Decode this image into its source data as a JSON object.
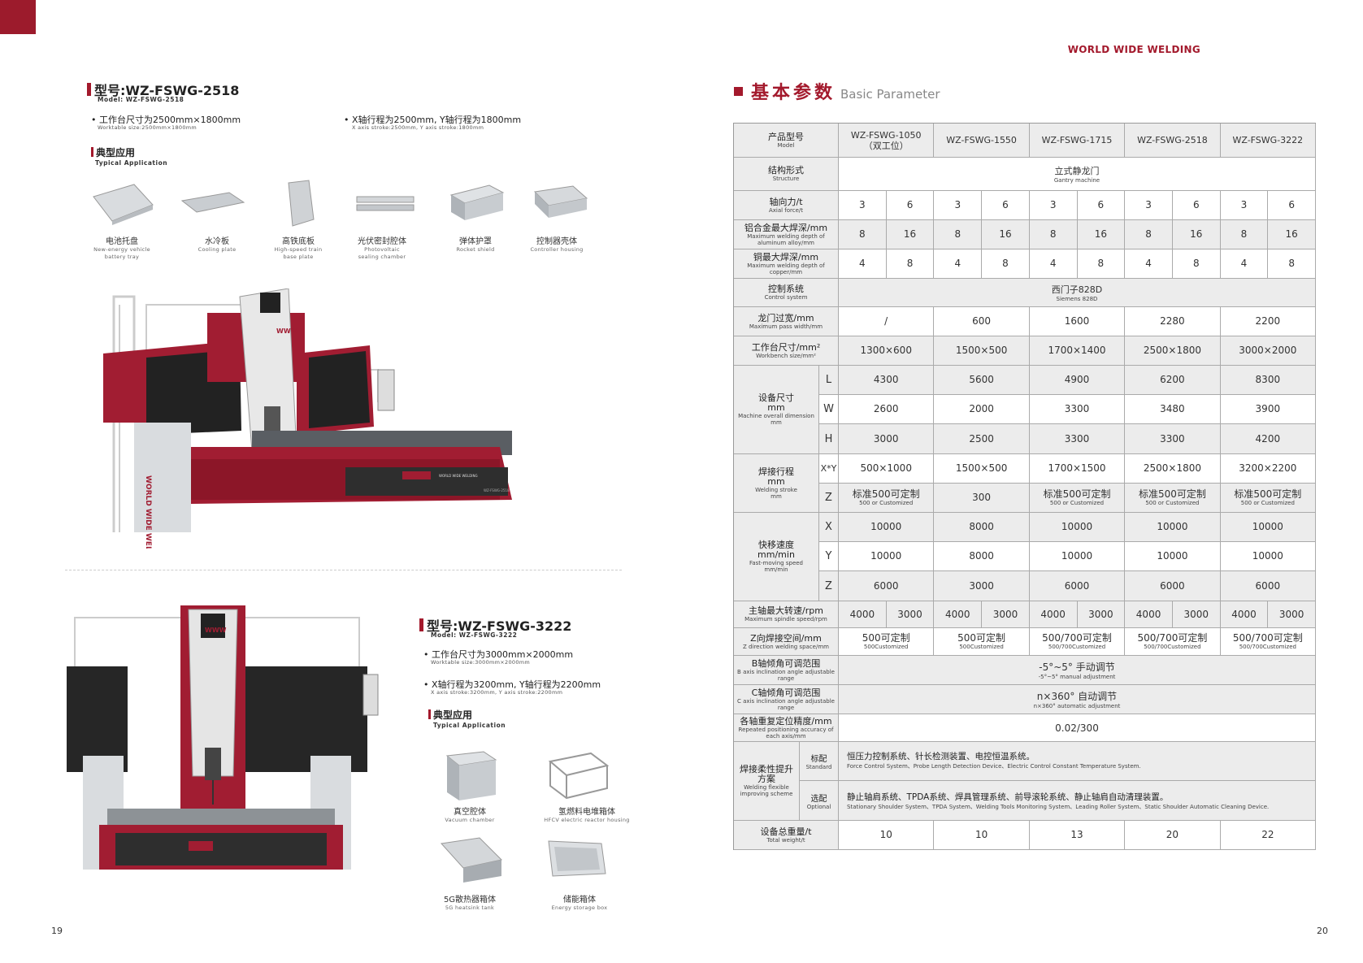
{
  "header": {
    "brand": "WORLD WIDE WELDING",
    "page_left": "19",
    "page_right": "20"
  },
  "model1": {
    "title": "型号:WZ-FSWG-2518",
    "sub": "Model: WZ-FSWG-2518",
    "spec1": "• 工作台尺寸为2500mm×1800mm",
    "spec1_en": "Worktable size:2500mm×1800mm",
    "spec2": "• X轴行程为2500mm, Y轴行程为1800mm",
    "spec2_en": "X axis stroke:2500mm, Y axis stroke:1800mm",
    "app_title": "典型应用",
    "app_en": "Typical Application",
    "apps": [
      {
        "zh": "电池托盘",
        "en": "New-energy vehicle battery tray"
      },
      {
        "zh": "水冷板",
        "en": "Cooling plate"
      },
      {
        "zh": "高铁底板",
        "en": "High-speed train base plate"
      },
      {
        "zh": "光伏密封腔体",
        "en": "Photovoltaic sealing chamber"
      },
      {
        "zh": "弹体护罩",
        "en": "Rocket shield"
      },
      {
        "zh": "控制器壳体",
        "en": "Controller housing"
      }
    ]
  },
  "model2": {
    "title": "型号:WZ-FSWG-3222",
    "sub": "Model: WZ-FSWG-3222",
    "spec1": "• 工作台尺寸为3000mm×2000mm",
    "spec1_en": "Worktable size:3000mm×2000mm",
    "spec2": "• X轴行程为3200mm, Y轴行程为2200mm",
    "spec2_en": "X axis stroke:3200mm, Y axis stroke:2200mm",
    "app_title": "典型应用",
    "app_en": "Typical Application",
    "apps": [
      {
        "zh": "真空腔体",
        "en": "Vacuum chamber"
      },
      {
        "zh": "氢燃料电堆箱体",
        "en": "HFCV electric reactor housing"
      },
      {
        "zh": "5G散热器箱体",
        "en": "5G heatsink tank"
      },
      {
        "zh": "储能箱体",
        "en": "Energy storage box"
      }
    ]
  },
  "machine_labels": {
    "side": "WORLD WIDE WELDING",
    "plate": "WORLD WIDE WELDING",
    "logo": "WWW",
    "model_tag": "WZ-FSWG-2518"
  },
  "params": {
    "title_zh": "基本参数",
    "title_en": "Basic Parameter",
    "model_hdr": {
      "zh": "产品型号",
      "en": "Model"
    },
    "models": [
      "WZ-FSWG-1050",
      "WZ-FSWG-1550",
      "WZ-FSWG-1715",
      "WZ-FSWG-2518",
      "WZ-FSWG-3222"
    ],
    "model1_note": "（双工位）",
    "structure": {
      "zh": "结构形式",
      "en": "Structure",
      "val": "立式静龙门",
      "val_en": "Gantry machine"
    },
    "axial": {
      "zh": "轴向力/t",
      "en": "Axial force/t",
      "vals": [
        "3",
        "6",
        "3",
        "6",
        "3",
        "6",
        "3",
        "6",
        "3",
        "6"
      ]
    },
    "alu": {
      "zh": "铝合金最大焊深/mm",
      "en": "Maximum welding depth of aluminum alloy/mm",
      "vals": [
        "8",
        "16",
        "8",
        "16",
        "8",
        "16",
        "8",
        "16",
        "8",
        "16"
      ]
    },
    "copper": {
      "zh": "铜最大焊深/mm",
      "en": "Maximum welding depth of copper/mm",
      "vals": [
        "4",
        "8",
        "4",
        "8",
        "4",
        "8",
        "4",
        "8",
        "4",
        "8"
      ]
    },
    "control": {
      "zh": "控制系统",
      "en": "Control system",
      "val": "西门子828D",
      "val_en": "Siemens 828D"
    },
    "pass": {
      "zh": "龙门过宽/mm",
      "en": "Maximum pass width/mm",
      "vals": [
        "/",
        "600",
        "1600",
        "2280",
        "2200"
      ]
    },
    "bench": {
      "zh": "工作台尺寸/mm²",
      "en": "Workbench size/mm²",
      "vals": [
        "1300×600",
        "1500×500",
        "1700×1400",
        "2500×1800",
        "3000×2000"
      ]
    },
    "dim": {
      "zh": "设备尺寸",
      "unit": "mm",
      "en": "Machine overall dimension",
      "en_unit": "mm",
      "rows": [
        {
          "lab": "L",
          "vals": [
            "4300",
            "5600",
            "4900",
            "6200",
            "8300"
          ]
        },
        {
          "lab": "W",
          "vals": [
            "2600",
            "2000",
            "3300",
            "3480",
            "3900"
          ]
        },
        {
          "lab": "H",
          "vals": [
            "3000",
            "2500",
            "3300",
            "3300",
            "4200"
          ]
        }
      ]
    },
    "stroke": {
      "zh": "焊接行程",
      "unit": "mm",
      "en": "Welding stroke",
      "en_unit": "mm",
      "xy_lab": "X*Y",
      "xy": [
        "500×1000",
        "1500×500",
        "1700×1500",
        "2500×1800",
        "3200×2200"
      ],
      "z_lab": "Z",
      "z": [
        {
          "zh": "标准500可定制",
          "en": "500 or Customized"
        },
        {
          "zh": "300",
          "en": ""
        },
        {
          "zh": "标准500可定制",
          "en": "500 or Customized"
        },
        {
          "zh": "标准500可定制",
          "en": "500 or Customized"
        },
        {
          "zh": "标准500可定制",
          "en": "500 or Customized"
        }
      ]
    },
    "fast": {
      "zh": "快移速度",
      "unit": "mm/min",
      "en": "Fast-moving speed",
      "en_unit": "mm/min",
      "rows": [
        {
          "lab": "X",
          "vals": [
            "10000",
            "8000",
            "10000",
            "10000",
            "10000"
          ]
        },
        {
          "lab": "Y",
          "vals": [
            "10000",
            "8000",
            "10000",
            "10000",
            "10000"
          ]
        },
        {
          "lab": "Z",
          "vals": [
            "6000",
            "3000",
            "6000",
            "6000",
            "6000"
          ]
        }
      ]
    },
    "spindle": {
      "zh": "主轴最大转速/rpm",
      "en": "Maximum spindle speed/rpm",
      "vals": [
        "4000",
        "3000",
        "4000",
        "3000",
        "4000",
        "3000",
        "4000",
        "3000",
        "4000",
        "3000"
      ]
    },
    "zspace": {
      "zh": "Z向焊接空间/mm",
      "en": "Z direction welding space/mm",
      "vals": [
        {
          "zh": "500可定制",
          "en": "500Customized"
        },
        {
          "zh": "500可定制",
          "en": "500Customized"
        },
        {
          "zh": "500/700可定制",
          "en": "500/700Customized"
        },
        {
          "zh": "500/700可定制",
          "en": "500/700Customized"
        },
        {
          "zh": "500/700可定制",
          "en": "500/700Customized"
        }
      ]
    },
    "baxis": {
      "zh": "B轴倾角可调范围",
      "en": "B axis inclination angle adjustable range",
      "val": "-5°~5° 手动调节",
      "val_en": "-5°~5° manual adjustment"
    },
    "caxis": {
      "zh": "C轴倾角可调范围",
      "en": "C axis inclination angle adjustable range",
      "val": "n×360° 自动调节",
      "val_en": "n×360° automatic adjustment"
    },
    "repeat": {
      "zh": "各轴重复定位精度/mm",
      "en": "Repeated positioning accuracy of each axis/mm",
      "val": "0.02/300"
    },
    "scheme": {
      "zh": "焊接柔性提升方案",
      "en": "Welding flexible improving scheme",
      "std_zh": "标配",
      "std_en": "Standard",
      "std_txt": "恒压力控制系统、针长检测装置、电控恒温系统。",
      "std_txt_en": "Force Control System、Probe Length Detection Device、Electric Control Constant Temperature System.",
      "opt_zh": "选配",
      "opt_en": "Optional",
      "opt_txt": "静止轴肩系统、TPDA系统、焊具管理系统、前导滚轮系统、静止轴肩自动清理装置。",
      "opt_txt_en": "Stationary Shoulder System、TPDA System、Welding Tools Monitoring System、Leading Roller System、Static Shoulder Automatic Cleaning Device."
    },
    "weight": {
      "zh": "设备总重量/t",
      "en": "Total weight/t",
      "vals": [
        "10",
        "10",
        "13",
        "20",
        "22"
      ]
    }
  }
}
